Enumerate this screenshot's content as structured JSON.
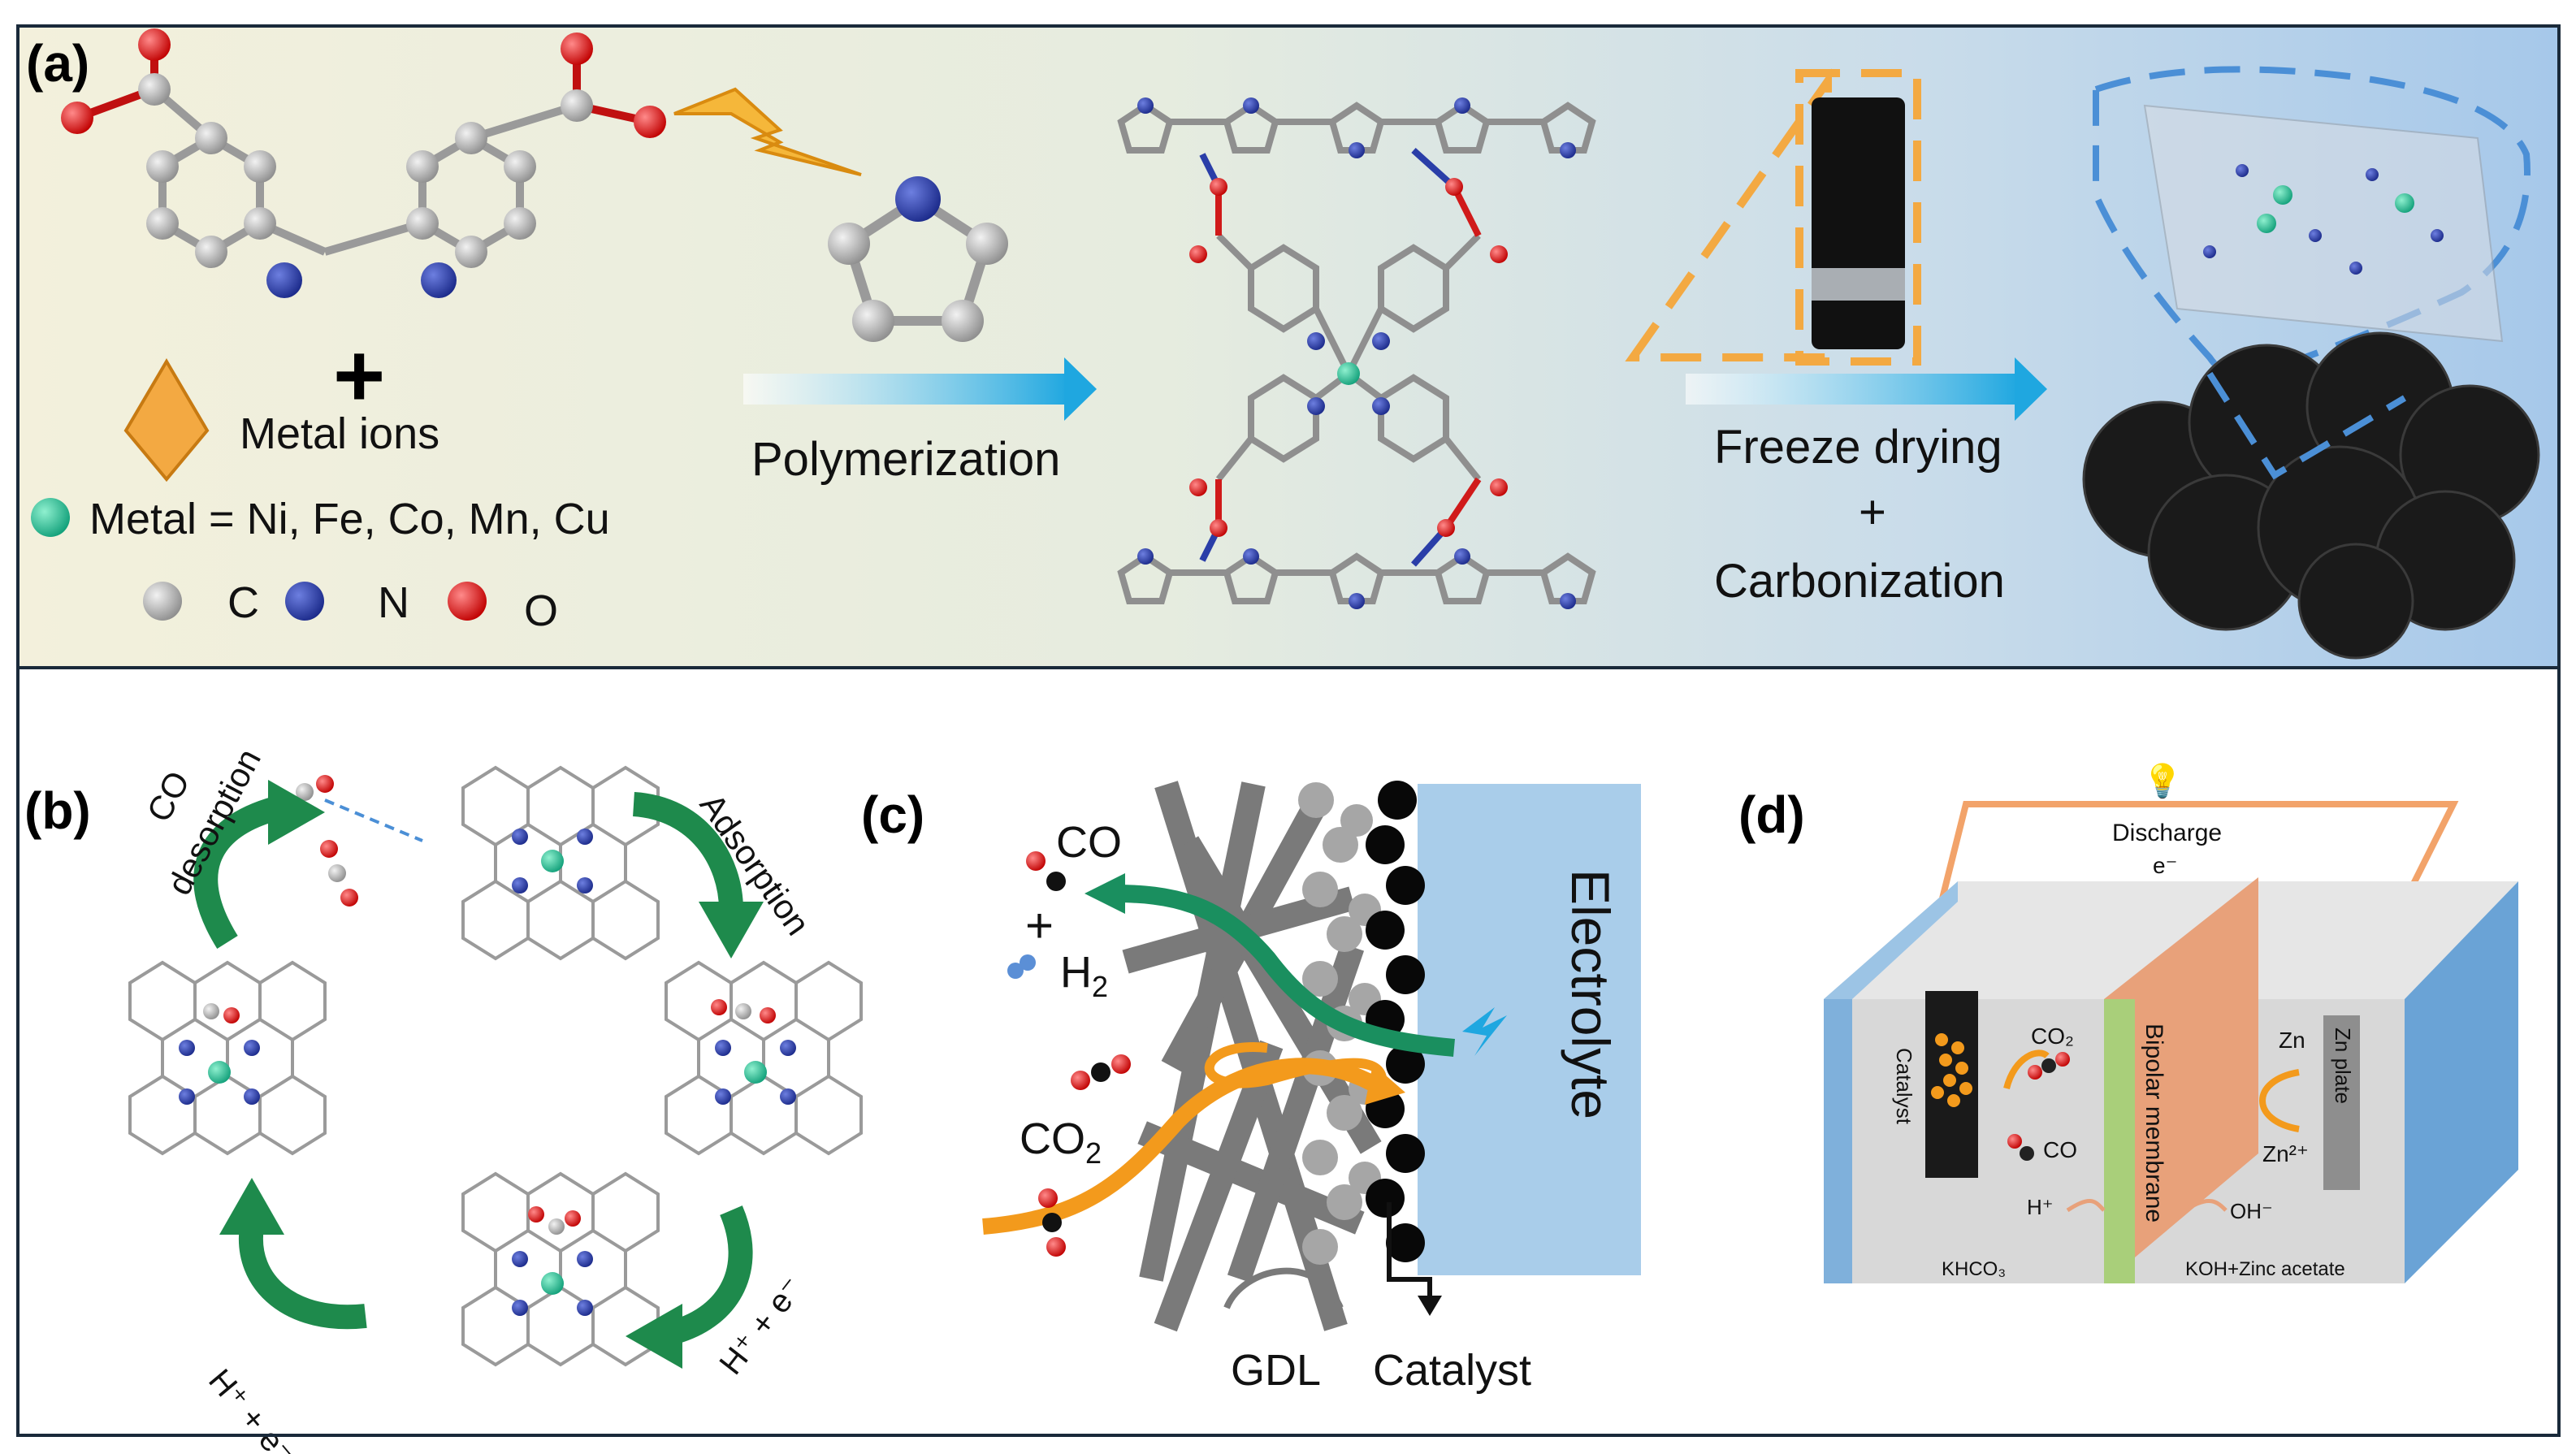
{
  "panel_a": {
    "label": "(a)",
    "metal_ions": "Metal ions",
    "metal_list": "Metal = Ni, Fe, Co, Mn, Cu",
    "legend_c": "C",
    "legend_n": "N",
    "legend_o": "O",
    "step1": "Polymerization",
    "step2_line1": "Freeze drying",
    "step2_plus": "+",
    "step2_line2": "Carbonization",
    "colors": {
      "carbon": "#a9a9a9",
      "nitrogen": "#2a3ea8",
      "oxygen": "#e0171b",
      "metal": "#1fbf8f",
      "arrow": "#1fa7e0",
      "diamond": "#f3a942"
    }
  },
  "panel_b": {
    "label": "(b)",
    "co_desorption_1": "CO",
    "co_desorption_2": "desorption",
    "adsorption": "Adsorption",
    "proton_left": "H⁺ + e⁻",
    "proton_right": "H⁺ + e⁻",
    "colors": {
      "arrow": "#1e8a4c"
    }
  },
  "panel_c": {
    "label": "(c)",
    "co": "CO",
    "plus": "+",
    "h2": "H",
    "h2_sub": "2",
    "co2": "CO",
    "co2_sub": "2",
    "electrolyte": "Electrolyte",
    "gdl": "GDL",
    "catalyst": "Catalyst",
    "colors": {
      "co_arrow": "#1a8f5f",
      "co2_arrow": "#f39a1c",
      "electrolyte": "#a9cdea"
    }
  },
  "panel_d": {
    "label": "(d)",
    "discharge": "Discharge",
    "electron": "e⁻",
    "catalyst": "Catalyst",
    "co2": "CO₂",
    "co": "CO",
    "h_plus": "H⁺",
    "khco3": "KHCO₃",
    "membrane": "Bipolar membrane",
    "zn": "Zn",
    "zn2": "Zn²⁺",
    "zn_plate": "Zn plate",
    "oh": "OH⁻",
    "koh": "KOH+Zinc acetate",
    "colors": {
      "wire": "#f2a36a",
      "membrane_green": "#a9cf7a",
      "membrane_orange": "#e8a17a",
      "walls": "#7fb0db"
    }
  }
}
